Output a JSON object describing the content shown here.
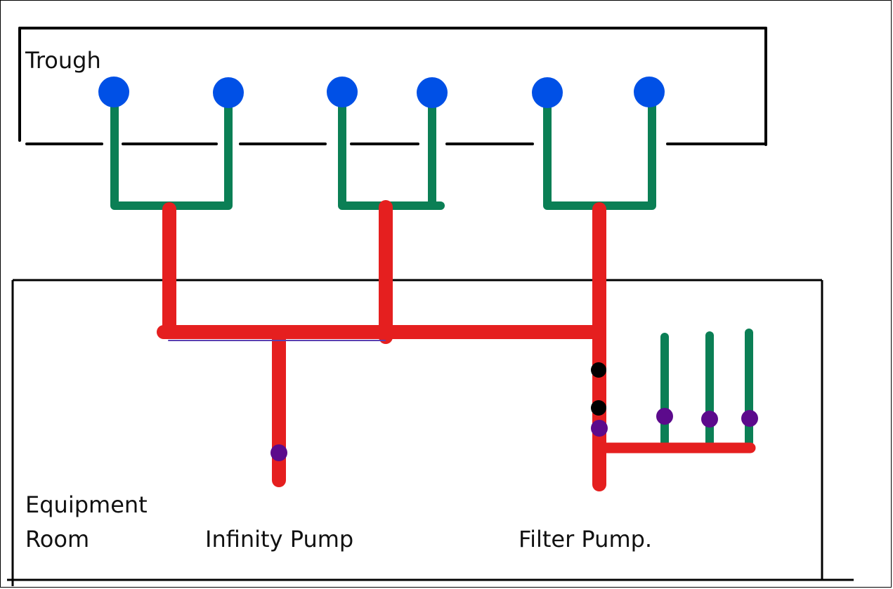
{
  "labels": {
    "trough": "Trough",
    "equipment_room_line1": "Equipment",
    "equipment_room_line2": "Room",
    "infinity_pump": "Infinity Pump",
    "filter_pump": "Filter Pump."
  },
  "colors": {
    "outline": "#000000",
    "supply_pipe": "#e51f1f",
    "branch_pipe": "#0b7f55",
    "nozzle": "#0050e6",
    "valve_purple": "#5c0a8c",
    "valve_black": "#000000"
  }
}
